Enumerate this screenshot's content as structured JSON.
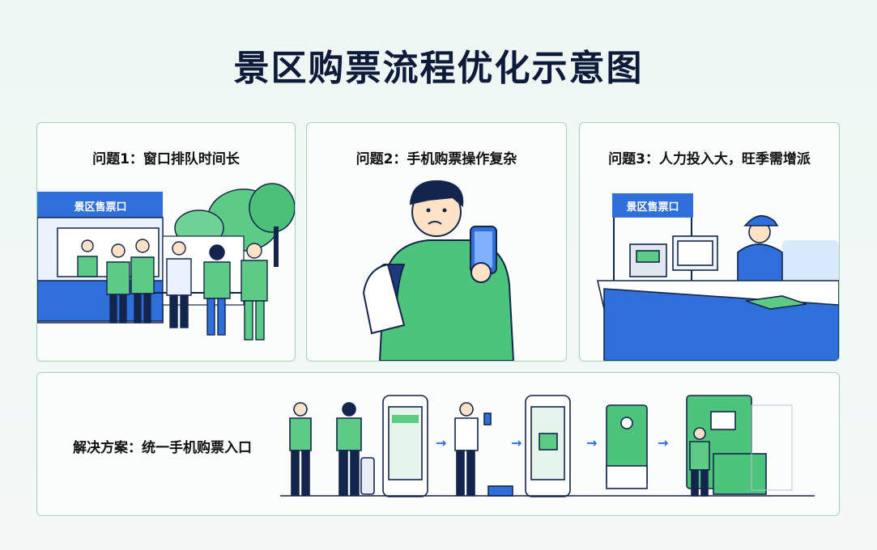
{
  "title": "景区购票流程优化示意图",
  "panels": [
    {
      "label": "问题1：窗口排队时间长",
      "booth_sign": "景区售票口"
    },
    {
      "label": "问题2：手机购票操作复杂"
    },
    {
      "label": "问题3：人力投入大，旺季需增派",
      "booth_sign": "景区售票口"
    }
  ],
  "solution": {
    "label": "解决方案：统一手机购票入口",
    "arrow_glyph": "→"
  },
  "colors": {
    "green": "#3fbf72",
    "blue": "#2f6fd9",
    "navy": "#14254d",
    "border": "#9fd6b6"
  }
}
